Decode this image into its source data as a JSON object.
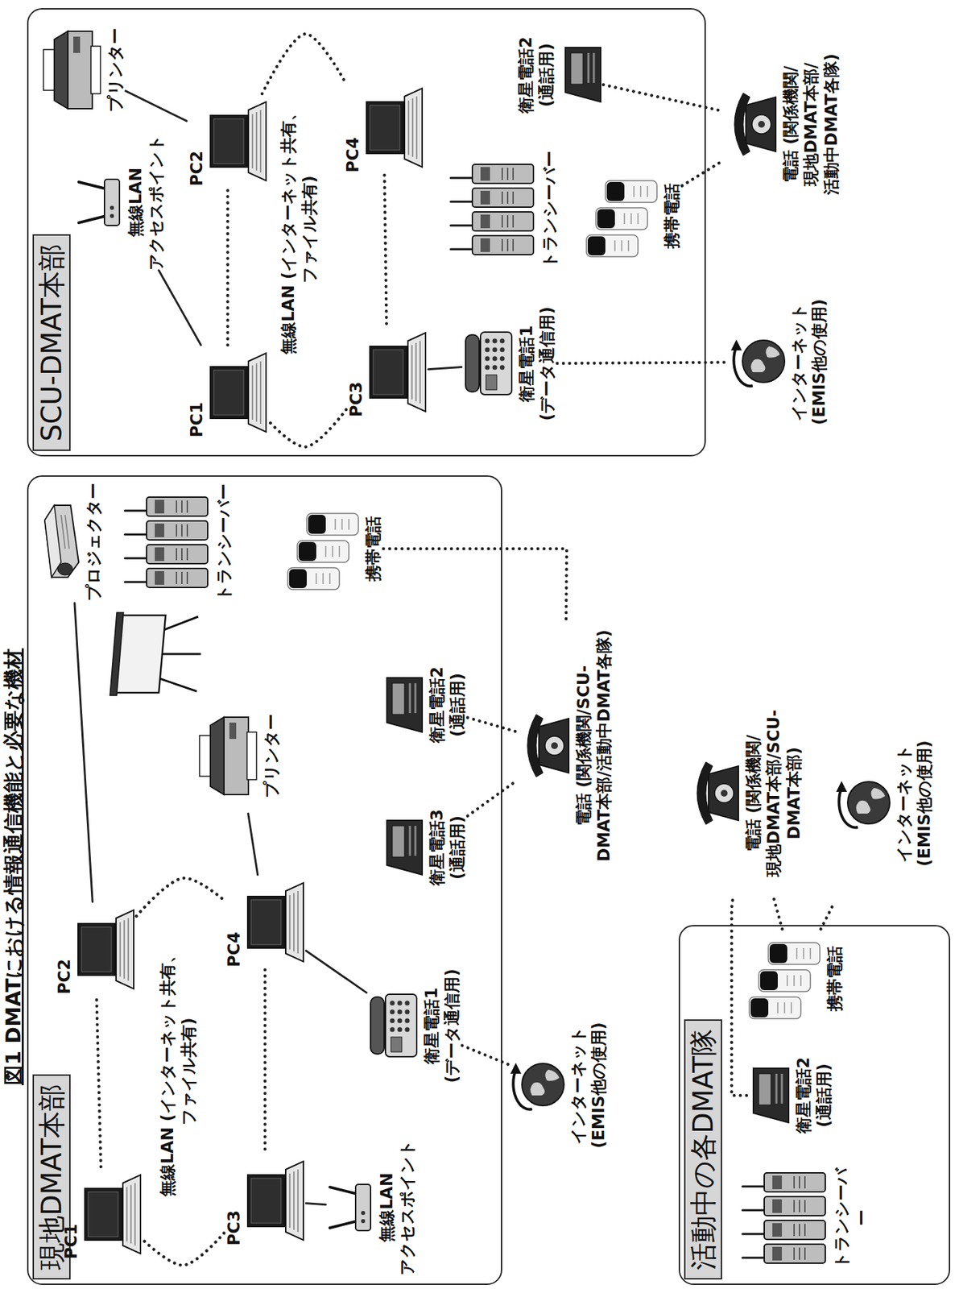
{
  "diagram": {
    "title": "図1 DMATにおける情報通信機能と必要な機材",
    "nodes": [
      {
        "text": [
          "現地DMAT本部"
        ]
      },
      {
        "text": [
          "PC1"
        ],
        "in": 0
      },
      {
        "text": [
          "PC2"
        ],
        "in": 0
      },
      {
        "text": [
          "PC3"
        ],
        "in": 0
      },
      {
        "text": [
          "PC4"
        ],
        "in": 0
      },
      {
        "text": [
          "無線LAN アクセスポイント"
        ],
        "in": 0
      },
      {
        "text": [
          "プロジェクター"
        ],
        "in": 0
      },
      {
        "text": [
          "プリンター"
        ],
        "in": 0
      },
      {
        "text": [
          "衛星電話1 (データ通信用)"
        ],
        "in": 0
      },
      {
        "text": [
          "衛星電話3 (通話用)"
        ],
        "in": 0
      },
      {
        "text": [
          "衛星電話2 (通話用)"
        ],
        "in": 0
      },
      {
        "text": [
          "トランシーバー"
        ],
        "in": 0
      },
      {
        "text": [
          "携帯電話"
        ],
        "in": 0
      },
      {
        "text": [
          "インターネット (EMIS他の使用)"
        ]
      },
      {
        "text": [
          "電話 (関係機関/SCU-DMAT本部/活動中DMAT各隊)"
        ]
      },
      {
        "text": [
          "SCU-DMAT本部"
        ]
      },
      {
        "text": [
          "無線LAN アクセスポイント"
        ],
        "in": 15
      },
      {
        "text": [
          "PC1"
        ],
        "in": 15
      },
      {
        "text": [
          "PC2"
        ],
        "in": 15
      },
      {
        "text": [
          "プリンター"
        ],
        "in": 15
      },
      {
        "text": [
          "PC3"
        ],
        "in": 15
      },
      {
        "text": [
          "PC4"
        ],
        "in": 15
      },
      {
        "text": [
          "衛星電話1 (データ通信用)"
        ],
        "in": 15
      },
      {
        "text": [
          "トランシーバー"
        ],
        "in": 15
      },
      {
        "text": [
          "携帯電話"
        ],
        "in": 15
      },
      {
        "text": [
          "衛星電話2 (通話用)"
        ],
        "in": 15
      },
      {
        "text": [
          "インターネット (EMIS他の使用)"
        ]
      },
      {
        "text": [
          "電話 (関係機関/現地DMAT本部/活動中DMAT各隊)"
        ]
      },
      {
        "text": [
          "活動中の各DMAT隊"
        ]
      },
      {
        "text": [
          "トランシーバー"
        ],
        "in": 28
      },
      {
        "text": [
          "衛星電話2 (通話用)"
        ],
        "in": 28
      },
      {
        "text": [
          "携帯電話"
        ],
        "in": 28
      },
      {
        "text": [
          "電話 (関係機関/現地DMAT本部/SCU-DMAT本部)"
        ]
      },
      {
        "text": [
          "インターネット (EMIS他の使用)"
        ]
      }
    ],
    "edges": [
      {
        "from": 1,
        "to": 2,
        "arrow": "none"
      },
      {
        "from": 2,
        "to": 4,
        "arrow": "none"
      },
      {
        "from": 4,
        "to": 3,
        "arrow": "none"
      },
      {
        "from": 3,
        "to": 1,
        "arrow": "none"
      },
      {
        "from": 5,
        "to": 3,
        "arrow": "none"
      },
      {
        "from": 2,
        "to": 6,
        "arrow": "none"
      },
      {
        "from": 4,
        "to": 7,
        "arrow": "none"
      },
      {
        "from": 4,
        "to": 8,
        "arrow": "none"
      },
      {
        "from": 8,
        "to": 13,
        "arrow": "none"
      },
      {
        "from": 9,
        "to": 14,
        "arrow": "none"
      },
      {
        "from": 10,
        "to": 14,
        "arrow": "none"
      },
      {
        "from": 12,
        "to": 14,
        "arrow": "none"
      },
      {
        "from": 17,
        "to": 18,
        "arrow": "none"
      },
      {
        "from": 18,
        "to": 21,
        "arrow": "none"
      },
      {
        "from": 21,
        "to": 20,
        "arrow": "none"
      },
      {
        "from": 20,
        "to": 17,
        "arrow": "none"
      },
      {
        "from": 16,
        "to": 17,
        "arrow": "none"
      },
      {
        "from": 18,
        "to": 19,
        "arrow": "none"
      },
      {
        "from": 20,
        "to": 22,
        "arrow": "none"
      },
      {
        "from": 22,
        "to": 26,
        "arrow": "none"
      },
      {
        "from": 24,
        "to": 27,
        "arrow": "none"
      },
      {
        "from": 25,
        "to": 27,
        "arrow": "none"
      },
      {
        "from": 30,
        "to": 32,
        "arrow": "none"
      },
      {
        "from": 31,
        "to": 32,
        "arrow": "none"
      },
      {
        "from": 31,
        "to": 33,
        "arrow": "none"
      }
    ],
    "labels": [
      "無線LAN (インターネット共有、ファイル共有)",
      "無線LAN (インターネット共有、ファイル共有)"
    ]
  }
}
